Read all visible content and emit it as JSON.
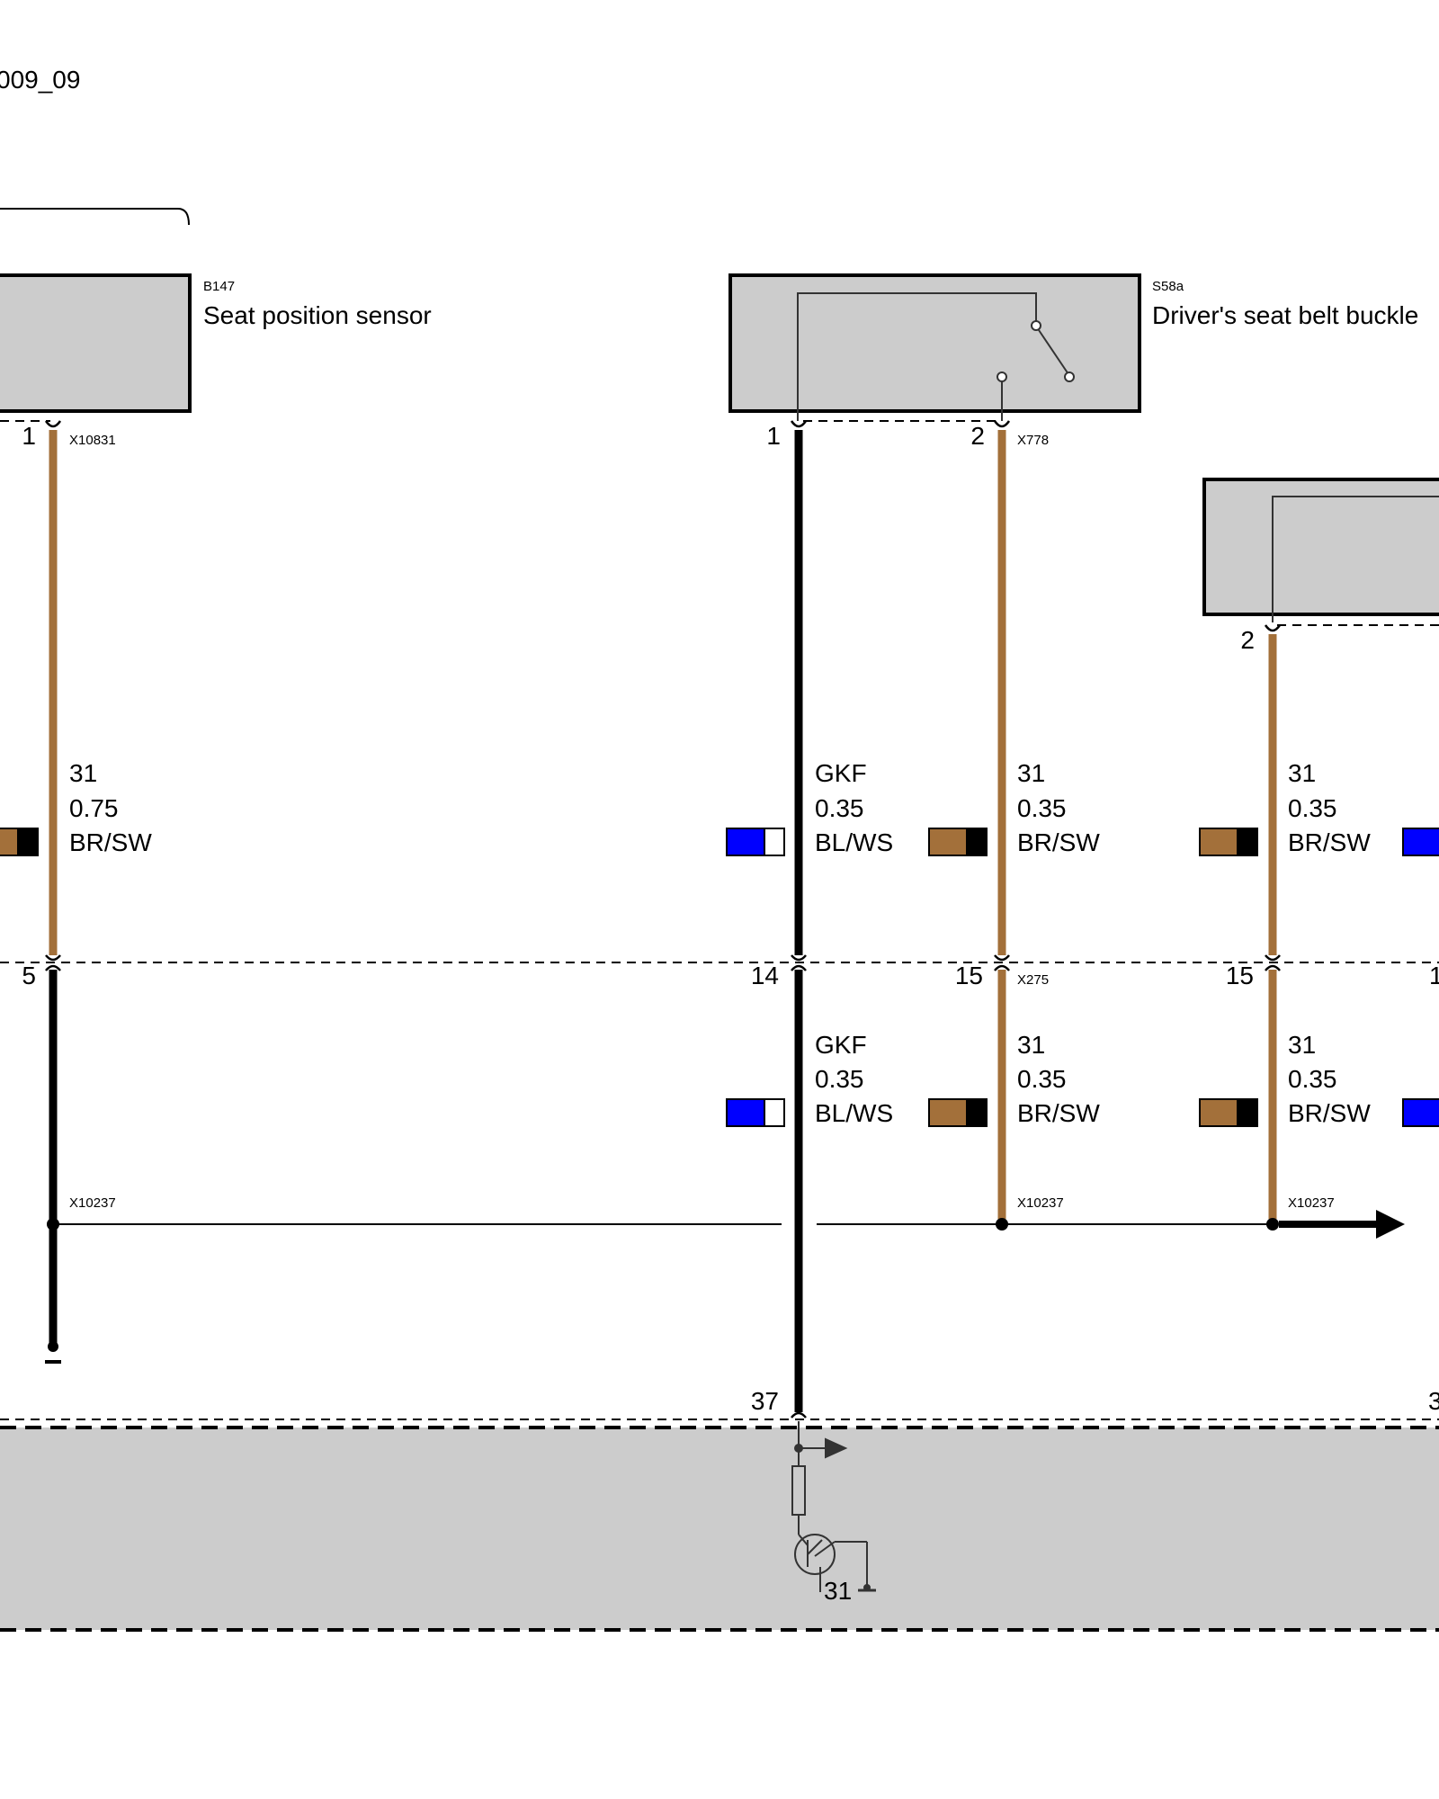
{
  "header": {
    "code": "009_09"
  },
  "components": {
    "b147": {
      "id": "B147",
      "name": "Seat position sensor"
    },
    "s58a": {
      "id": "S58a",
      "name": "Driver's seat belt buckle"
    }
  },
  "connectors": {
    "x10831": "X10831",
    "x778": "X778",
    "x275": "X275",
    "x10237": "X10237"
  },
  "pins": {
    "b147_1": "1",
    "s58a_1": "1",
    "s58a_2": "2",
    "right_2": "2",
    "x275_5": "5",
    "x275_14": "14",
    "x275_15a": "15",
    "x275_15b": "15",
    "x275_edge": "1",
    "ecu_37": "37",
    "ecu_edge": "3",
    "ground_31": "31"
  },
  "wires": {
    "w1": {
      "term": "31",
      "size": "0.75",
      "color_code": "BR/SW"
    },
    "w2": {
      "term": "GKF",
      "size": "0.35",
      "color_code": "BL/WS"
    },
    "w3": {
      "term": "31",
      "size": "0.35",
      "color_code": "BR/SW"
    },
    "w4": {
      "term": "31",
      "size": "0.35",
      "color_code": "BR/SW"
    },
    "w5": {
      "term": "GKF",
      "size": "0.35",
      "color_code": "BL/WS"
    },
    "w6": {
      "term": "31",
      "size": "0.35",
      "color_code": "BR/SW"
    },
    "w7": {
      "term": "31",
      "size": "0.35",
      "color_code": "BR/SW"
    }
  },
  "colors": {
    "brown": "#a3703a",
    "black": "#000000",
    "blue": "#0000ff",
    "white": "#ffffff",
    "component_fill": "#cccccc"
  }
}
